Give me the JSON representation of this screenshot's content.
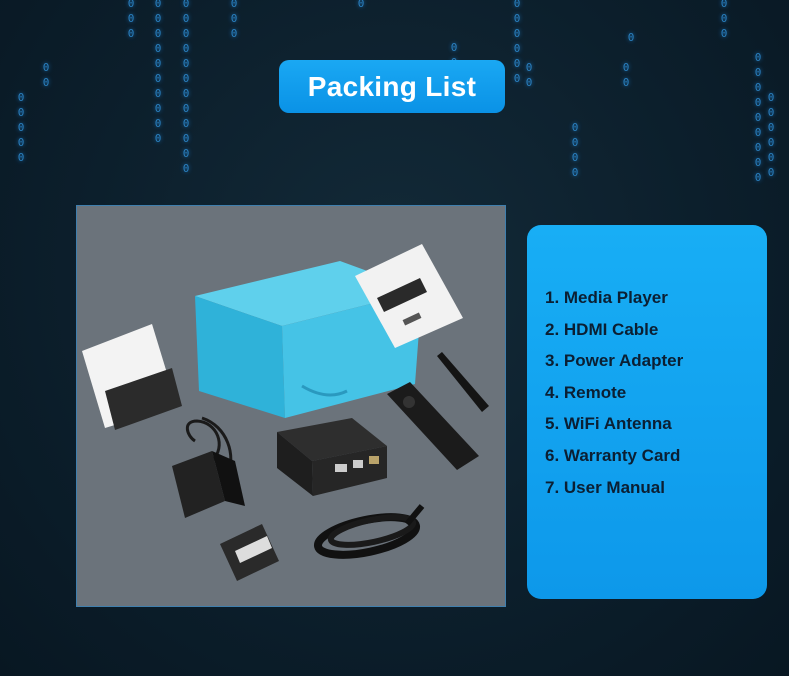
{
  "title": "Packing List",
  "packing_list": [
    "1. Media Player",
    "2. HDMI Cable",
    "3. Power Adapter",
    "4. Remote",
    "5. WiFi Antenna",
    "6. Warranty Card",
    "7. User Manual"
  ],
  "colors": {
    "background": "#0b1d29",
    "accent_blue": "#14a6f2",
    "photo_bg": "#6b737b",
    "box_teal": "#35b9dd"
  }
}
